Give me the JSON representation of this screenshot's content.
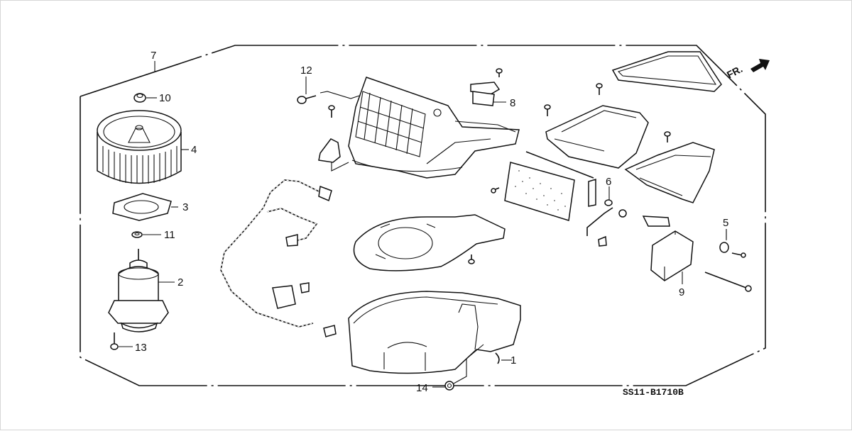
{
  "diagram": {
    "title": "Heater Blower Unit exploded view",
    "reference_code": "SS11-B1710B",
    "direction_label": "FR.",
    "callouts": [
      {
        "id": "c1",
        "label": "1"
      },
      {
        "id": "c2",
        "label": "2"
      },
      {
        "id": "c3",
        "label": "3"
      },
      {
        "id": "c4",
        "label": "4"
      },
      {
        "id": "c5",
        "label": "5"
      },
      {
        "id": "c6",
        "label": "6"
      },
      {
        "id": "c7",
        "label": "7"
      },
      {
        "id": "c8",
        "label": "8"
      },
      {
        "id": "c9",
        "label": "9"
      },
      {
        "id": "c10",
        "label": "10"
      },
      {
        "id": "c11",
        "label": "11"
      },
      {
        "id": "c12",
        "label": "12"
      },
      {
        "id": "c13",
        "label": "13"
      },
      {
        "id": "c14",
        "label": "14"
      }
    ],
    "colors": {
      "ink": "#111111",
      "background": "#ffffff",
      "border": "#d6d6d6"
    }
  }
}
